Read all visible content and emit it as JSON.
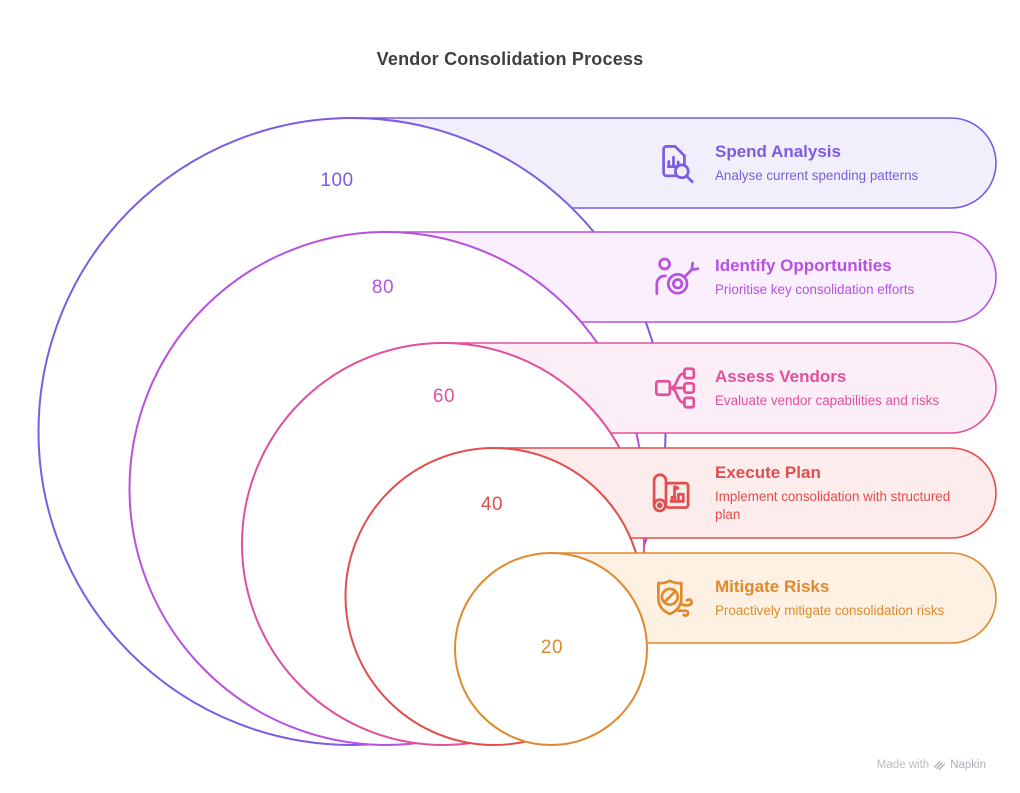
{
  "title": "Vendor Consolidation Process",
  "steps": [
    {
      "value": "100",
      "title": "Spend Analysis",
      "description": "Analyse current spending patterns",
      "icon": "document-chart-search-icon",
      "accent": "#7B5CE3",
      "bg": "#F1EFFC"
    },
    {
      "value": "80",
      "title": "Identify Opportunities",
      "description": "Prioritise key consolidation efforts",
      "icon": "person-target-icon",
      "accent": "#B751E0",
      "bg": "#FAEFFC"
    },
    {
      "value": "60",
      "title": "Assess Vendors",
      "description": "Evaluate vendor capabilities and risks",
      "icon": "network-nodes-icon",
      "accent": "#E0509D",
      "bg": "#FCEEF6"
    },
    {
      "value": "40",
      "title": "Execute Plan",
      "description": "Implement consolidation with structured plan",
      "icon": "blueprint-plan-icon",
      "accent": "#E24D4D",
      "bg": "#FCECEC"
    },
    {
      "value": "20",
      "title": "Mitigate Risks",
      "description": "Proactively mitigate consolidation risks",
      "icon": "shield-wind-icon",
      "accent": "#E0892D",
      "bg": "#FCF1E2"
    }
  ],
  "watermark": {
    "prefix": "Made with",
    "brand": "Napkin"
  }
}
